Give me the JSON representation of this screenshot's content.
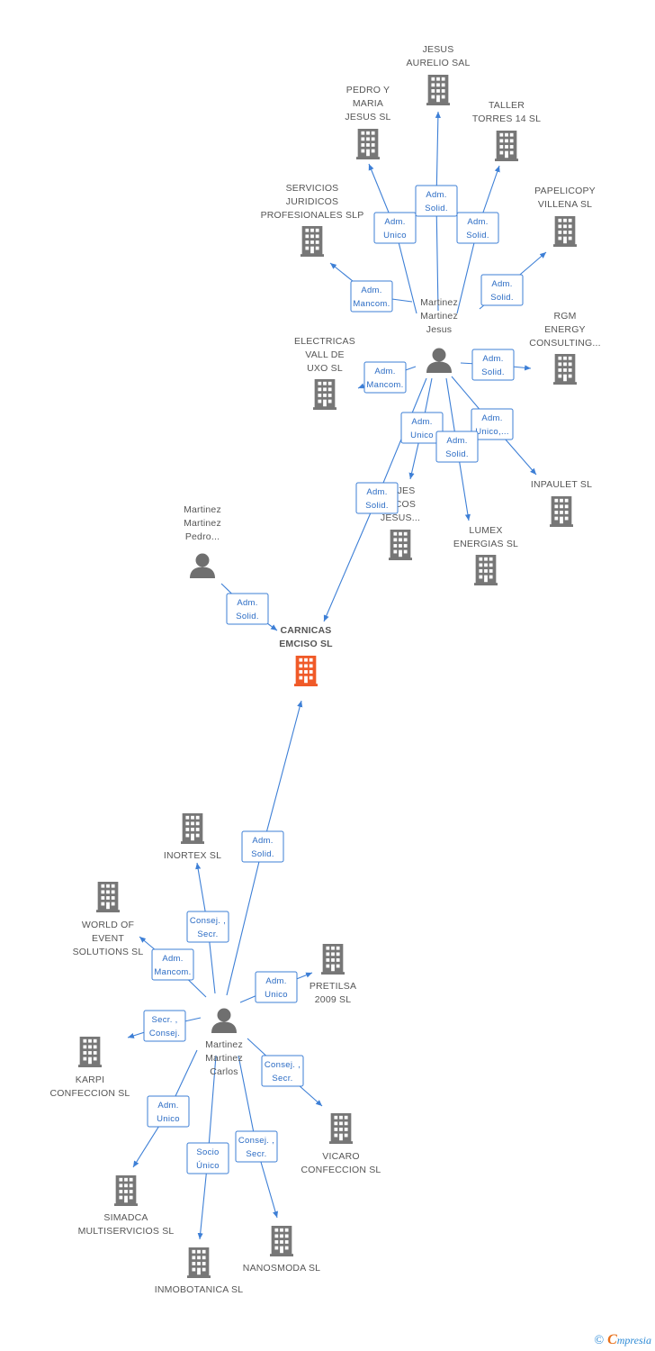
{
  "diagram": {
    "colors": {
      "edge": "#3d7fd6",
      "company": "#777777",
      "center": "#f05a28",
      "person": "#6f6f6f",
      "label": "#555555"
    },
    "nodes": [
      {
        "id": "carnicas",
        "type": "center",
        "lines": [
          "CARNICAS",
          "EMCISO SL"
        ]
      },
      {
        "id": "jesus",
        "type": "person",
        "lines": [
          "Martinez",
          "Martinez",
          "Jesus"
        ]
      },
      {
        "id": "pedro",
        "type": "person",
        "lines": [
          "Martinez",
          "Martinez",
          "Pedro..."
        ]
      },
      {
        "id": "carlos",
        "type": "person",
        "lines": [
          "Martinez",
          "Martinez",
          "Carlos"
        ]
      },
      {
        "id": "aurelio",
        "type": "company",
        "lines": [
          "JESUS",
          "AURELIO SAL"
        ]
      },
      {
        "id": "pedromaria",
        "type": "company",
        "lines": [
          "PEDRO Y",
          "MARIA",
          "JESUS SL"
        ]
      },
      {
        "id": "taller",
        "type": "company",
        "lines": [
          "TALLER",
          "TORRES 14 SL"
        ]
      },
      {
        "id": "servicios",
        "type": "company",
        "lines": [
          "SERVICIOS",
          "JURIDICOS",
          "PROFESIONALES SLP"
        ]
      },
      {
        "id": "papelicopy",
        "type": "company",
        "lines": [
          "PAPELICOPY",
          "VILLENA  SL"
        ]
      },
      {
        "id": "rgm",
        "type": "company",
        "lines": [
          "RGM",
          "ENERGY",
          "CONSULTING..."
        ]
      },
      {
        "id": "electricas",
        "type": "company",
        "lines": [
          "ELECTRICAS",
          "VALL DE",
          "UXO SL"
        ]
      },
      {
        "id": "inpaulet",
        "type": "company",
        "lines": [
          "INPAULET  SL"
        ]
      },
      {
        "id": "montajes",
        "type": "company",
        "lines": [
          "TAJES",
          "RICOS",
          "JESUS..."
        ]
      },
      {
        "id": "lumex",
        "type": "company",
        "lines": [
          "LUMEX",
          "ENERGIAS SL"
        ]
      },
      {
        "id": "inortex",
        "type": "company",
        "lines": [
          "INORTEX SL"
        ]
      },
      {
        "id": "world",
        "type": "company",
        "lines": [
          "WORLD OF",
          "EVENT",
          "SOLUTIONS SL"
        ]
      },
      {
        "id": "pretilsa",
        "type": "company",
        "lines": [
          "PRETILSA",
          "2009 SL"
        ]
      },
      {
        "id": "karpi",
        "type": "company",
        "lines": [
          "KARPI",
          "CONFECCION SL"
        ]
      },
      {
        "id": "vicaro",
        "type": "company",
        "lines": [
          "VICARO",
          "CONFECCION SL"
        ]
      },
      {
        "id": "simadca",
        "type": "company",
        "lines": [
          "SIMADCA",
          "MULTISERVICIOS SL"
        ]
      },
      {
        "id": "inmobotanica",
        "type": "company",
        "lines": [
          "INMOBOTANICA SL"
        ]
      },
      {
        "id": "nanosmoda",
        "type": "company",
        "lines": [
          "NANOSMODA SL"
        ]
      }
    ],
    "edges": [
      {
        "from": "jesus",
        "to": "aurelio",
        "role": [
          "Adm.",
          "Solid."
        ]
      },
      {
        "from": "jesus",
        "to": "pedromaria",
        "role": [
          "Adm.",
          "Unico"
        ]
      },
      {
        "from": "jesus",
        "to": "taller",
        "role": [
          "Adm.",
          "Solid."
        ]
      },
      {
        "from": "jesus",
        "to": "servicios",
        "role": [
          "Adm.",
          "Mancom."
        ]
      },
      {
        "from": "jesus",
        "to": "papelicopy",
        "role": [
          "Adm.",
          "Solid."
        ]
      },
      {
        "from": "jesus",
        "to": "rgm",
        "role": [
          "Adm.",
          "Solid."
        ]
      },
      {
        "from": "jesus",
        "to": "electricas",
        "role": [
          "Adm.",
          "Mancom."
        ]
      },
      {
        "from": "jesus",
        "to": "inpaulet",
        "role": [
          "Adm.",
          "Unico,..."
        ]
      },
      {
        "from": "jesus",
        "to": "montajes",
        "role": [
          "Adm.",
          "Unico"
        ]
      },
      {
        "from": "jesus",
        "to": "lumex",
        "role": [
          "Adm.",
          "Solid."
        ]
      },
      {
        "from": "jesus",
        "to": "carnicas",
        "role": [
          "Adm.",
          "Solid."
        ]
      },
      {
        "from": "pedro",
        "to": "carnicas",
        "role": [
          "Adm.",
          "Solid."
        ]
      },
      {
        "from": "carlos",
        "to": "carnicas",
        "role": [
          "Adm.",
          "Solid."
        ]
      },
      {
        "from": "carlos",
        "to": "inortex",
        "role": [
          "Consej. ,",
          "Secr."
        ]
      },
      {
        "from": "carlos",
        "to": "world",
        "role": [
          "Adm.",
          "Mancom."
        ]
      },
      {
        "from": "carlos",
        "to": "pretilsa",
        "role": [
          "Adm.",
          "Unico"
        ]
      },
      {
        "from": "carlos",
        "to": "karpi",
        "role": [
          "Secr. ,",
          "Consej."
        ]
      },
      {
        "from": "carlos",
        "to": "vicaro",
        "role": [
          "Consej. ,",
          "Secr."
        ]
      },
      {
        "from": "carlos",
        "to": "simadca",
        "role": [
          "Adm.",
          "Unico"
        ]
      },
      {
        "from": "carlos",
        "to": "inmobotanica",
        "role": [
          "Socio",
          "Único"
        ]
      },
      {
        "from": "carlos",
        "to": "nanosmoda",
        "role": [
          "Consej. ,",
          "Secr."
        ]
      }
    ]
  },
  "brand": {
    "copyright": "©",
    "initial": "C",
    "name": "mpresia"
  }
}
